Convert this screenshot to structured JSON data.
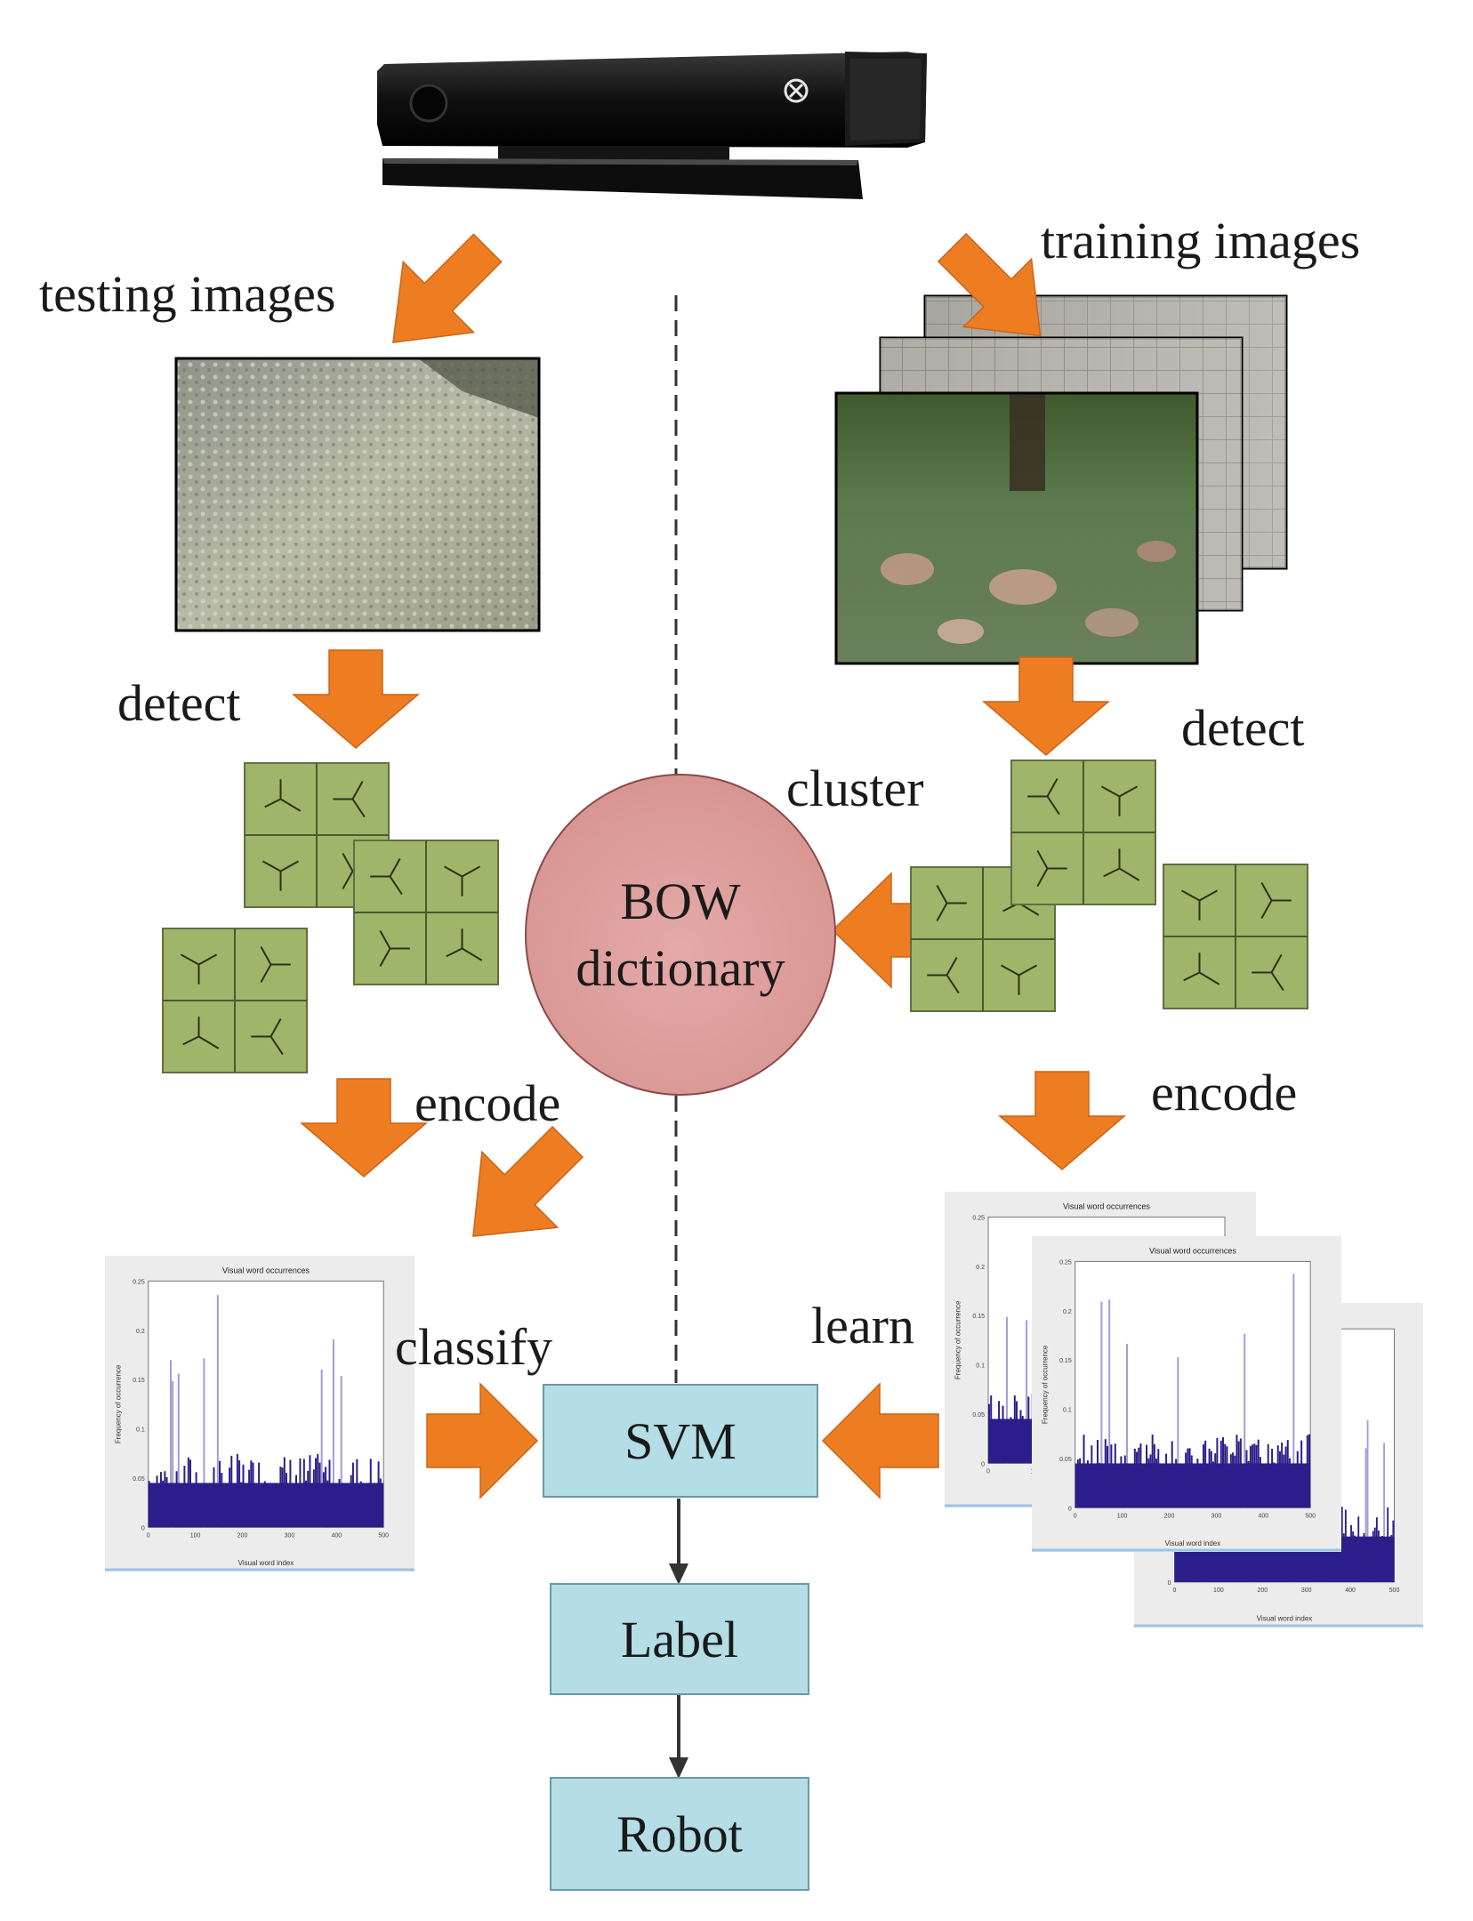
{
  "labels": {
    "testing_images": "testing images",
    "training_images": "training images",
    "detect_left": "detect",
    "detect_right": "detect",
    "cluster": "cluster",
    "encode_left": "encode",
    "encode_right": "encode",
    "classify": "classify",
    "learn": "learn"
  },
  "dictionary": {
    "line1": "BOW",
    "line2": "dictionary"
  },
  "boxes": {
    "svm": "SVM",
    "label": "Label",
    "robot": "Robot"
  },
  "histogram": {
    "title": "Visual word occurrences",
    "xlabel": "Visual word index",
    "ylabel": "Frequency of occurrence",
    "yticks": [
      "0",
      "0.05",
      "0.1",
      "0.15",
      "0.2",
      "0.25"
    ],
    "xticks": [
      "0",
      "100",
      "200",
      "300",
      "400",
      "500"
    ]
  },
  "colors": {
    "arrow": "#ee7d22",
    "patch": "#9fb56a",
    "box": "#b4dde6",
    "dictionary": "#d99794",
    "bars": "#2b1d8a"
  }
}
